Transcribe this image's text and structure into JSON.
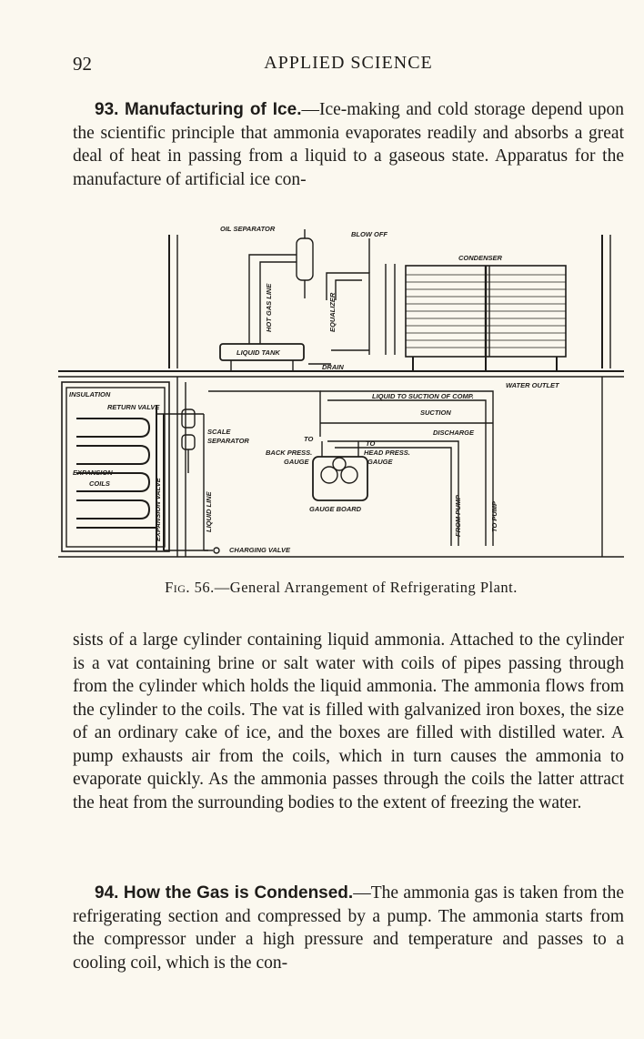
{
  "header": {
    "page_number": "92",
    "running_title": "APPLIED SCIENCE"
  },
  "sections": [
    {
      "number": "93.",
      "title": "Manufacturing of Ice.",
      "dash": "—",
      "text_before_figure": "Ice-making and cold storage depend upon the scientific principle that ammonia evaporates readily and absorbs a great deal of heat in passing from a liquid to a gaseous state. Apparatus for the manufacture of artificial ice con-",
      "text_after_figure": "sists of a large cylinder containing liquid ammonia. Attached to the cylinder is a vat containing brine or salt water with coils of pipes passing through from the cylinder which holds the liquid ammonia. The ammonia flows from the cylinder to the coils. The vat is filled with galvanized iron boxes, the size of an ordinary cake of ice, and the boxes are filled with distilled water. A pump exhausts air from the coils, which in turn causes the ammonia to evaporate quickly. As the ammonia passes through the coils the latter attract the heat from the surrounding bodies to the extent of freezing the water."
    },
    {
      "number": "94.",
      "title": "How the Gas is Condensed.",
      "dash": "—",
      "text": "The ammonia gas is taken from the refrigerating section and compressed by a pump. The ammonia starts from the compressor under a high pressure and temperature and passes to a cooling coil, which is the con-"
    }
  ],
  "figure": {
    "label": "Fig. 56.",
    "caption": "—General Arrangement of Refrigerating Plant.",
    "labels": {
      "oil_separator": "OIL SEPARATOR",
      "blow_off": "BLOW OFF",
      "condenser": "CONDENSER",
      "hot_gas_line": "HOT GAS LINE",
      "equalizer": "EQUALIZER",
      "liquid_tank": "LIQUID TANK",
      "drain": "DRAIN",
      "insulation": "INSULATION",
      "water_outlet": "WATER OUTLET",
      "return_valve": "RETURN VALVE",
      "liquid_to_suction": "LIQUID TO SUCTION OF COMP.",
      "suction": "SUCTION",
      "discharge": "DISCHARGE",
      "scale_separator_1": "SCALE",
      "scale_separator_2": "SEPARATOR",
      "to_back_press": "TO",
      "back_press_gauge_1": "BACK PRESS.",
      "back_press_gauge_2": "GAUGE",
      "to_head_press": "TO",
      "head_press_gauge_1": "HEAD PRESS.",
      "head_press_gauge_2": "GAUGE",
      "expansion_coils_1": "EXPANSION",
      "expansion_coils_2": "COILS",
      "expansion_valve": "EXPANSION VALVE",
      "liquid_line": "LIQUID LINE",
      "gauge_board": "GAUGE BOARD",
      "from_pump": "FROM PUMP",
      "to_pump": "TO PUMP",
      "charging_valve": "CHARGING VALVE"
    }
  }
}
